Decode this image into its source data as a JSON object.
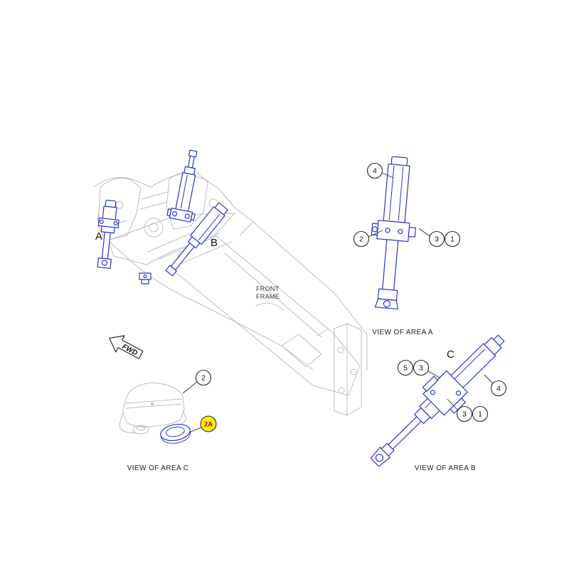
{
  "colors": {
    "part_blue": "#2a35cc",
    "frame_gray": "#bdbdbd",
    "line_dark": "#2b2b2b",
    "highlight_yellow": "#f7ec13",
    "highlight_red": "#c00000"
  },
  "main_view": {
    "area_label_a": "A",
    "area_label_b": "B",
    "front_frame_line1": "FRONT",
    "front_frame_line2": "FRAME",
    "fwd_label": "FWD"
  },
  "view_a": {
    "caption": "VIEW OF AREA A",
    "balloons": [
      {
        "id": "4"
      },
      {
        "id": "2"
      },
      {
        "id": "3"
      },
      {
        "id": "1"
      }
    ]
  },
  "view_b": {
    "caption": "VIEW OF AREA B",
    "area_label_c": "C",
    "balloons": [
      {
        "id": "5"
      },
      {
        "id": "3"
      },
      {
        "id": "4"
      },
      {
        "id": "3"
      },
      {
        "id": "1"
      }
    ]
  },
  "view_c": {
    "caption": "VIEW OF AREA C",
    "balloons": [
      {
        "id": "2"
      },
      {
        "id": "2A",
        "highlight": true
      }
    ]
  }
}
